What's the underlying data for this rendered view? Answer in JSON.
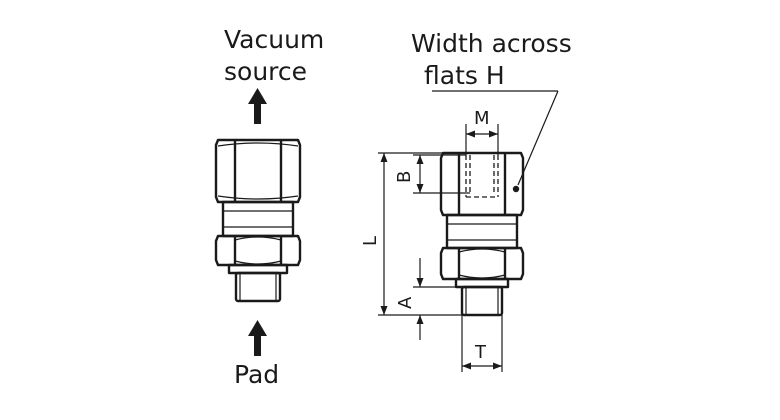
{
  "labels": {
    "vacuum_line1": "Vacuum",
    "vacuum_line2": "source",
    "pad": "Pad",
    "width_line1": "Width across",
    "width_line2": "flats H",
    "dim_M": "M",
    "dim_B": "B",
    "dim_L": "L",
    "dim_A": "A",
    "dim_T": "T"
  },
  "colors": {
    "stroke": "#1a1a1a",
    "background": "#ffffff"
  }
}
